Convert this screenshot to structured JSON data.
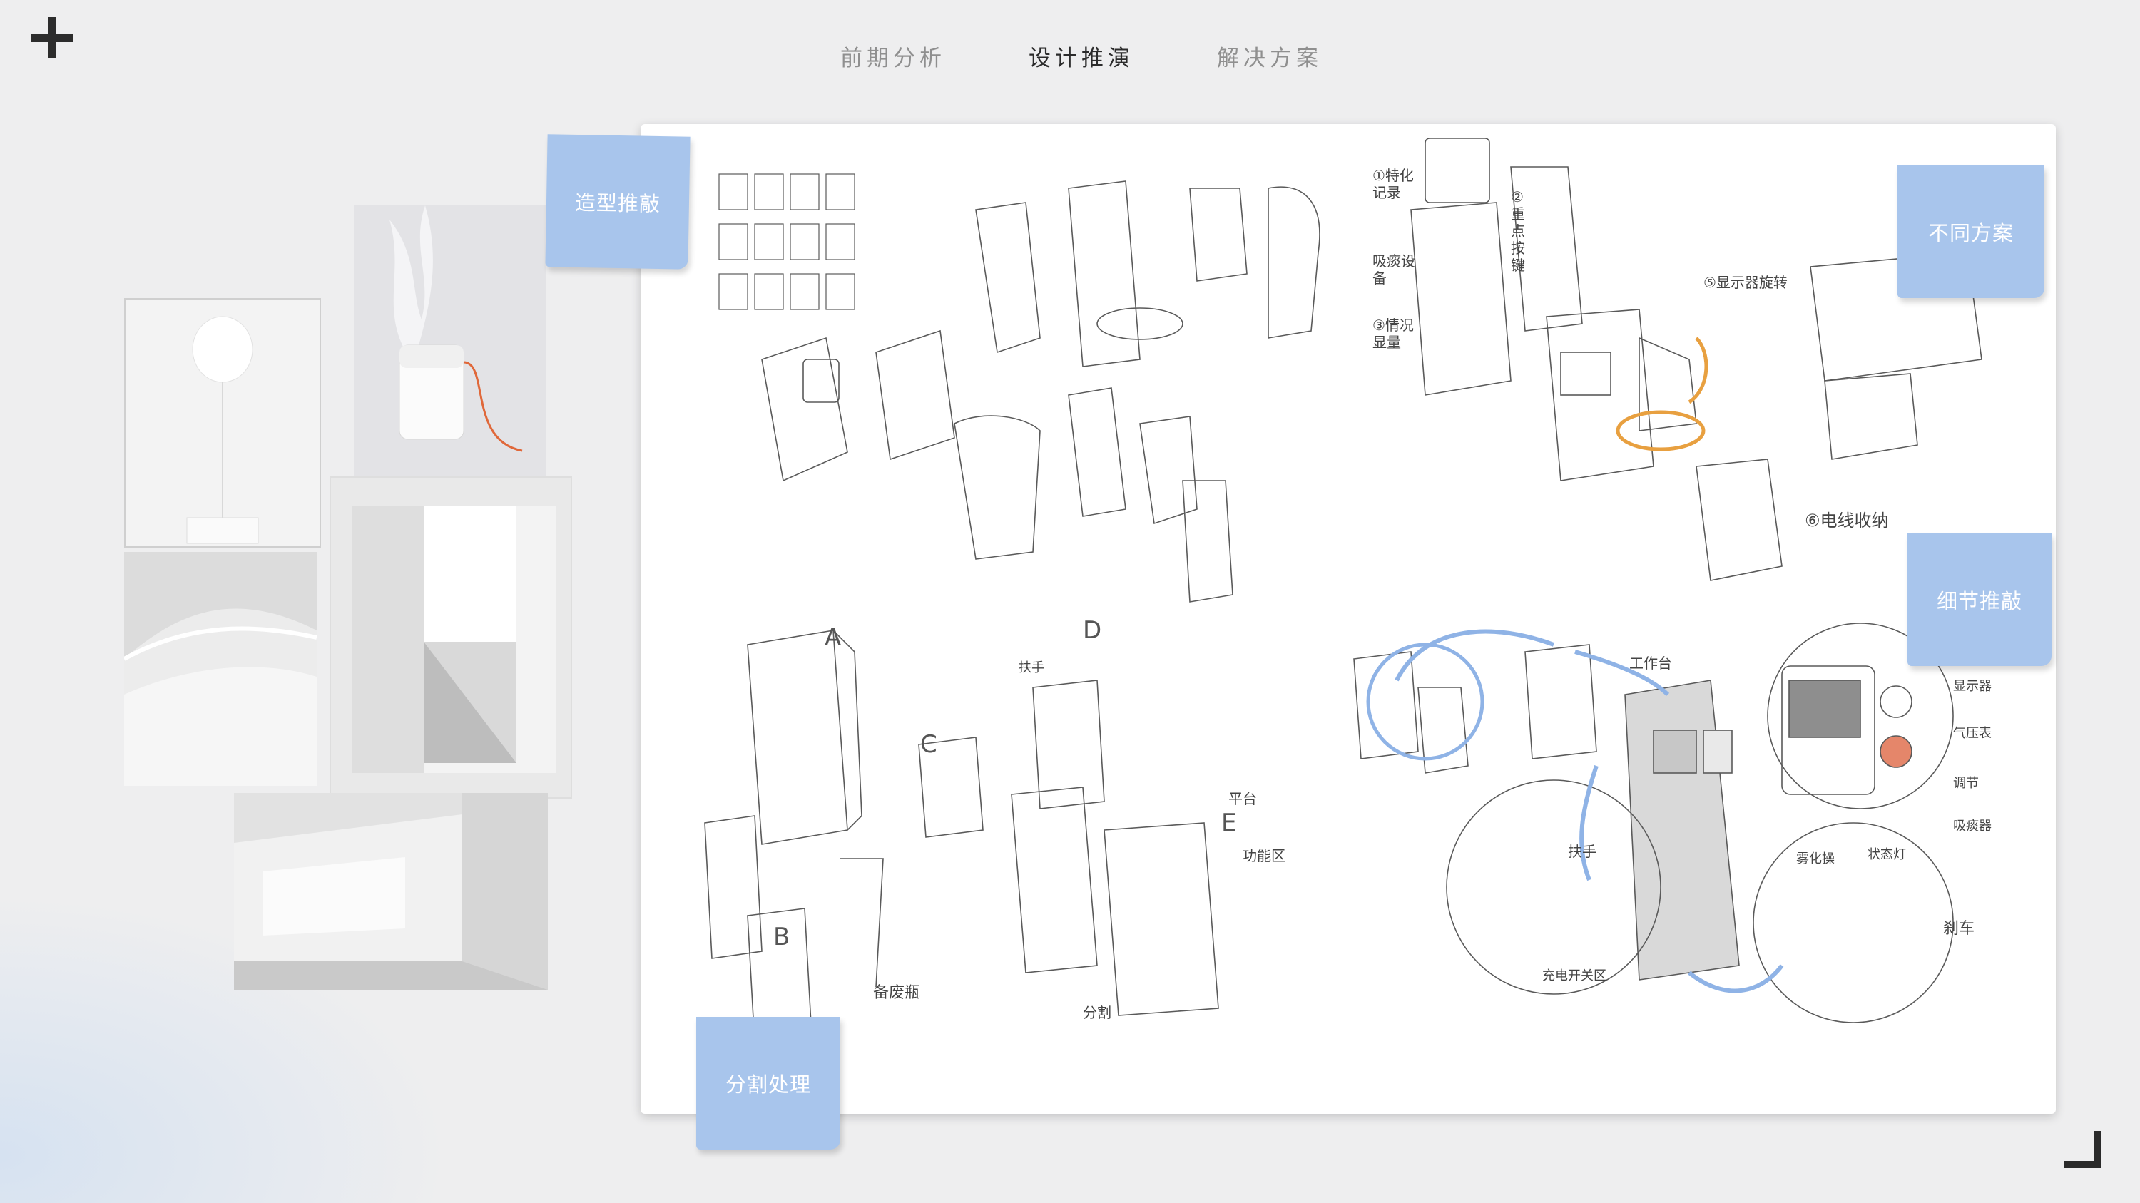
{
  "nav": {
    "tab1": "前期分析",
    "tab2": "设计推演",
    "tab3": "解决方案",
    "active": "设计推演"
  },
  "notes": {
    "shape": "造型推敲",
    "schemes": "不同方案",
    "detail": "细节推敲",
    "split": "分割处理"
  },
  "sketch_labels": {
    "a1": "①特化记录",
    "a2": "②重点按键",
    "a3": "吸痰设备",
    "a4": "③情况显量",
    "a5": "⑤显示器旋转",
    "a6": "⑥电线收纳",
    "b1": "A",
    "b2": "B",
    "b3": "C",
    "b4": "D",
    "b5": "E",
    "b6": "扶手",
    "b7": "备废瓶",
    "b8": "功能区",
    "b9": "平台",
    "b10": "分割",
    "c1": "工作台",
    "c2": "显示器",
    "c3": "气压表",
    "c4": "调节",
    "c5": "吸痰器",
    "c6": "雾化操",
    "c7": "状态灯",
    "c8": "扶手",
    "c9": "充电开关区",
    "c10": "刹车"
  },
  "colors": {
    "note_bg": "#a8c5ec",
    "accent_orange": "#e8a040",
    "accent_blue": "#8fb3e6",
    "active_tab": "#2b2b2b",
    "inactive_tab": "#8f8f8f"
  }
}
